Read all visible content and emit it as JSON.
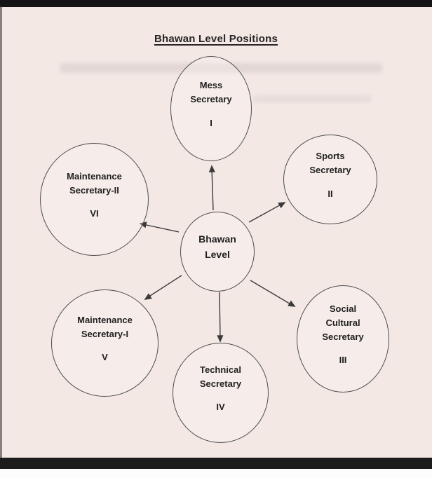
{
  "title": "Bhawan Level Positions",
  "diagram": {
    "center": {
      "lines": [
        "Bhawan",
        "Level"
      ]
    },
    "nodes": [
      {
        "id": "mess-secretary",
        "lines": [
          "Mess",
          "Secretary"
        ],
        "numeral": "I"
      },
      {
        "id": "sports-secretary",
        "lines": [
          "Sports",
          "Secretary"
        ],
        "numeral": "II"
      },
      {
        "id": "social-cultural-secretary",
        "lines": [
          "Social",
          "Cultural",
          "Secretary"
        ],
        "numeral": "III"
      },
      {
        "id": "technical-secretary",
        "lines": [
          "Technical",
          "Secretary"
        ],
        "numeral": "IV"
      },
      {
        "id": "maintenance-secretary-1",
        "lines": [
          "Maintenance",
          "Secretary-I"
        ],
        "numeral": "V"
      },
      {
        "id": "maintenance-secretary-2",
        "lines": [
          "Maintenance",
          "Secretary-II"
        ],
        "numeral": "VI"
      }
    ]
  }
}
